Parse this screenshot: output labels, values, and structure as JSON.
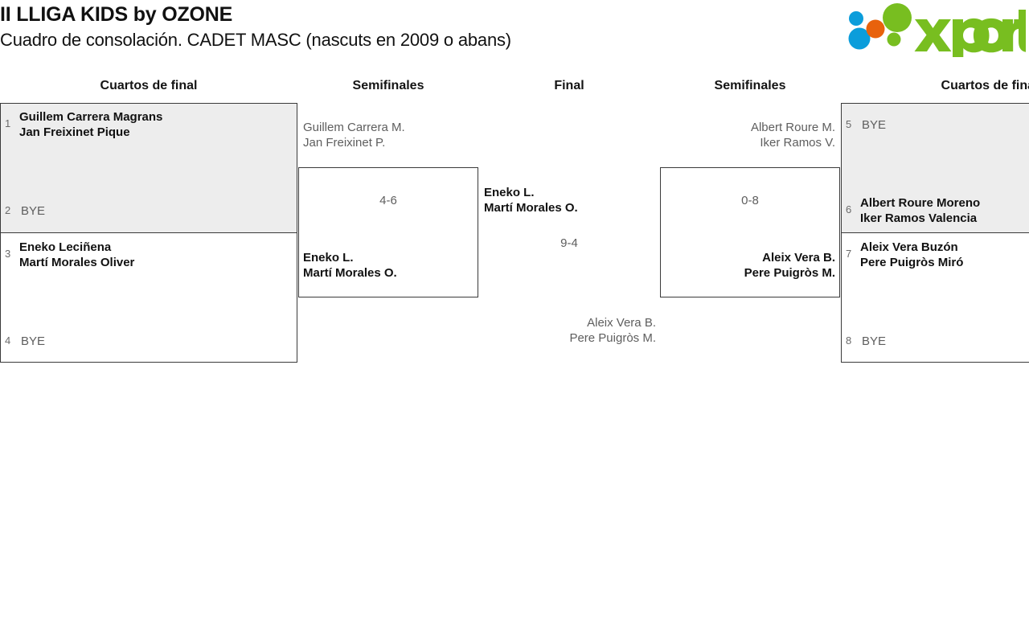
{
  "header": {
    "title_line_1": "II LLIGA KIDS by OZONE",
    "title_line_2": "Cuadro de consolación. CADET MASC (nascuts en 2009 o abans)",
    "logo": {
      "wordmark": "xporty",
      "colors": {
        "green": "#78BE20",
        "blue": "#0B9DDB",
        "orange": "#E8620C"
      }
    }
  },
  "columns": [
    {
      "id": "qf-left",
      "label": "Cuartos de final"
    },
    {
      "id": "sf-left",
      "label": "Semifinales"
    },
    {
      "id": "final",
      "label": "Final"
    },
    {
      "id": "sf-right",
      "label": "Semifinales"
    },
    {
      "id": "qf-right",
      "label": "Cuartos de final"
    }
  ],
  "bracket": {
    "quarterfinals_left": [
      {
        "seed": "1",
        "players": [
          "Guillem Carrera Magrans",
          "Jan Freixinet Pique"
        ],
        "bye": false,
        "shaded": true
      },
      {
        "seed": "2",
        "players": [
          "BYE"
        ],
        "bye": true,
        "shaded": true
      },
      {
        "seed": "3",
        "players": [
          "Eneko Leciñena",
          "Martí Morales Oliver"
        ],
        "bye": false,
        "shaded": false
      },
      {
        "seed": "4",
        "players": [
          "BYE"
        ],
        "bye": true,
        "shaded": false
      }
    ],
    "semifinal_left": {
      "score": "4-6",
      "top": {
        "players": [
          "Guillem Carrera M.",
          "Jan Freixinet P."
        ],
        "winner": false
      },
      "bottom": {
        "players": [
          "Eneko L.",
          "Martí Morales O."
        ],
        "winner": true
      }
    },
    "final": {
      "score": "9-4",
      "top": {
        "players": [
          "Eneko L.",
          "Martí Morales O."
        ],
        "winner": true
      },
      "bottom": {
        "players": [
          "Aleix Vera B.",
          "Pere Puigròs M."
        ],
        "winner": false
      }
    },
    "semifinal_right": {
      "score": "0-8",
      "top": {
        "players": [
          "Albert Roure M.",
          "Iker Ramos V."
        ],
        "winner": false
      },
      "bottom": {
        "players": [
          "Aleix Vera B.",
          "Pere Puigròs M."
        ],
        "winner": true
      }
    },
    "quarterfinals_right": [
      {
        "seed": "5",
        "players": [
          "BYE"
        ],
        "bye": true,
        "shaded": true
      },
      {
        "seed": "6",
        "players": [
          "Albert Roure Moreno",
          "Iker Ramos Valencia"
        ],
        "bye": false,
        "shaded": true
      },
      {
        "seed": "7",
        "players": [
          "Aleix Vera Buzón",
          "Pere Puigròs Miró"
        ],
        "bye": false,
        "shaded": false
      },
      {
        "seed": "8",
        "players": [
          "BYE"
        ],
        "bye": true,
        "shaded": false
      }
    ]
  }
}
